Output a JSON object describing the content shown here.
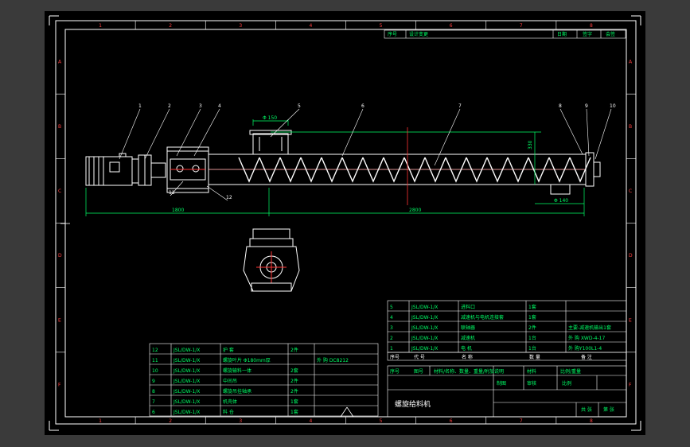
{
  "colors": {
    "background": "#000000",
    "outer_frame": "#ffffff",
    "inner_frame": "#ffffff",
    "drawing_lines": "#ffffff",
    "dimension_lines": "#00ff66",
    "center_lines": "#ff3333",
    "leader_lines": "#ffffff",
    "table_text": "#00ff66",
    "axis_marks": "#ff3333"
  },
  "zone_columns": [
    "1",
    "2",
    "3",
    "4",
    "5",
    "6",
    "7",
    "8"
  ],
  "zone_rows": [
    "A",
    "B",
    "C",
    "D",
    "E",
    "F"
  ],
  "callouts": [
    "1",
    "2",
    "3",
    "4",
    "5",
    "6",
    "7",
    "8",
    "9",
    "10",
    "11",
    "12"
  ],
  "dimensions": {
    "motor_length": "1800",
    "screw_length": "2800",
    "inlet_dia": "Φ 150",
    "outlet_dia": "Φ 140",
    "height": "330"
  },
  "title_strip_top": [
    "序号",
    "设计变更",
    "日期",
    "签字",
    "会签"
  ],
  "parts_left": [
    {
      "no": "12",
      "code": "JSL/DW-1/X",
      "name": "护 套",
      "qty": "2件",
      "note": ""
    },
    {
      "no": "11",
      "code": "JSL/DW-1/X",
      "name": "螺旋叶片 Φ180mm厚",
      "qty": "",
      "note": "外 购 DC8212"
    },
    {
      "no": "10",
      "code": "JSL/DW-1/X",
      "name": "螺旋输料一体",
      "qty": "2套",
      "note": ""
    },
    {
      "no": "9",
      "code": "JSL/DW-1/X",
      "name": "中间吊",
      "qty": "2件",
      "note": ""
    },
    {
      "no": "8",
      "code": "JSL/DW-1/X",
      "name": "螺旋吊挂轴承",
      "qty": "2件",
      "note": ""
    },
    {
      "no": "7",
      "code": "JSL/DW-1/X",
      "name": "机壳体",
      "qty": "1套",
      "note": ""
    },
    {
      "no": "6",
      "code": "JSL/DW-1/X",
      "name": "料 仓",
      "qty": "1套",
      "note": ""
    }
  ],
  "parts_right": [
    {
      "no": "5",
      "code": "JSL/DW-1/X",
      "name": "进料口",
      "qty": "1套",
      "note": ""
    },
    {
      "no": "4",
      "code": "JSL/DW-1/X",
      "name": "减速机与电机连接套",
      "qty": "1套",
      "note": ""
    },
    {
      "no": "3",
      "code": "JSL/DW-1/X",
      "name": "联轴器",
      "qty": "2件",
      "note": "主要-减速机输出1套"
    },
    {
      "no": "2",
      "code": "JSL/DW-1/X",
      "name": "减速机",
      "qty": "1台",
      "note": "外 购 XWD-4-17"
    },
    {
      "no": "1",
      "code": "JSL/DW-1/X",
      "name": "电 机",
      "qty": "1台",
      "note": "外 购Y100L1-4"
    }
  ],
  "parts_header": [
    "序号",
    "代 号",
    "名 称",
    "数 量",
    "备 注"
  ],
  "title_block": {
    "header_row": [
      "序号",
      "图号",
      "材料/名称、数量、重量/附加说明",
      "材料",
      "比例/重量"
    ],
    "row2": [
      "制图",
      "",
      "审核",
      "",
      "比例"
    ],
    "drawing_name": "螺旋给料机",
    "date_label": "共 张",
    "sheet_label": "第 张"
  }
}
